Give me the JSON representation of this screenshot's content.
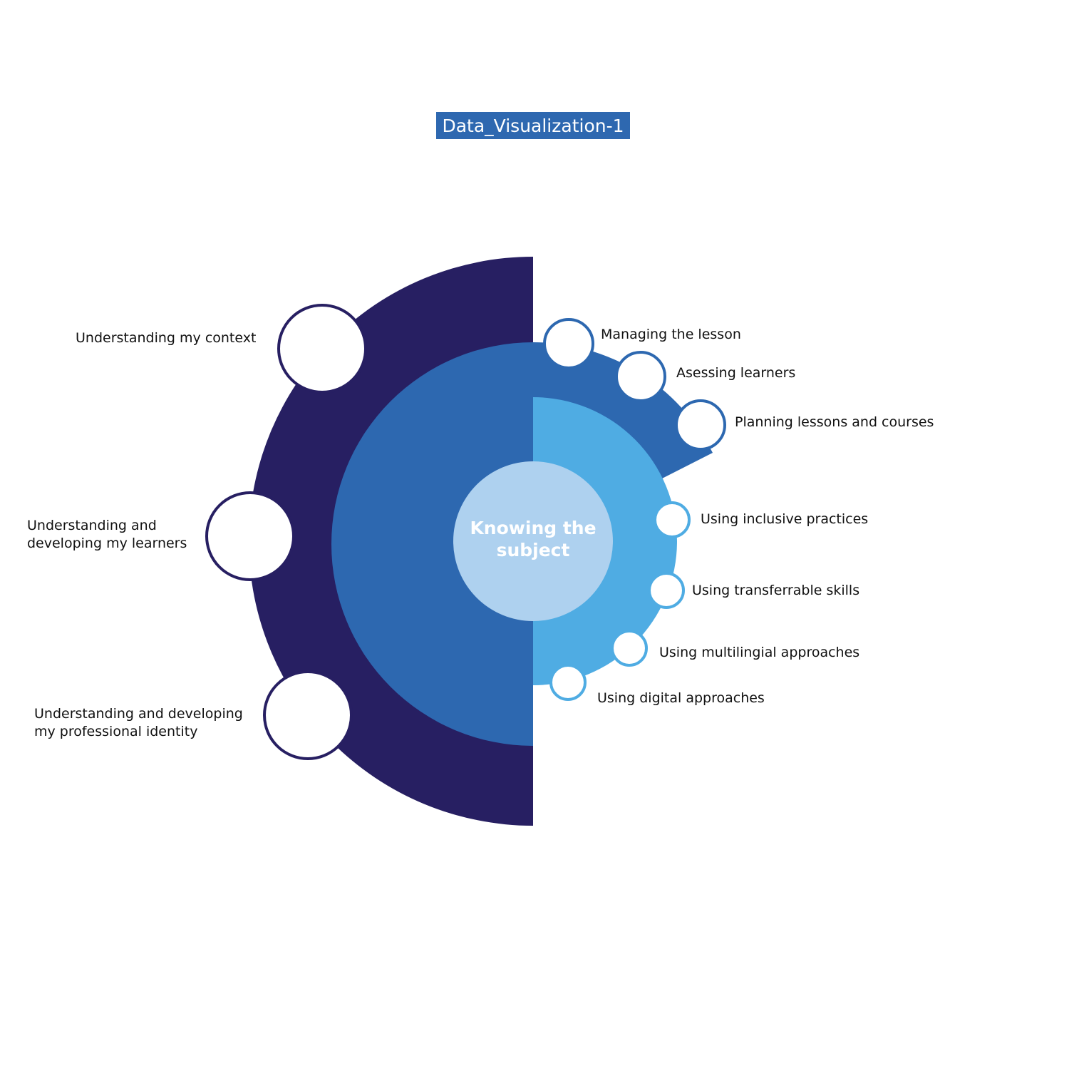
{
  "title": "Data_Visualization-1",
  "colors": {
    "title_bg": "#2E68B0",
    "outer_ring": "#271F62",
    "middle_ring": "#2D68B0",
    "inner_ring": "#4FACE3",
    "core": "#AED1EF",
    "node_fill": "#FFFFFF"
  },
  "center": {
    "label": "Knowing the subject"
  },
  "outer_nodes": [
    {
      "label": "Understanding my context"
    },
    {
      "label": "Understanding and developing my learners"
    },
    {
      "label": "Understanding and developing my professional identity"
    }
  ],
  "middle_nodes": [
    {
      "label": "Managing the lesson"
    },
    {
      "label": "Asessing learners"
    },
    {
      "label": "Planning lessons and courses"
    }
  ],
  "inner_nodes": [
    {
      "label": "Using inclusive practices"
    },
    {
      "label": "Using transferrable skills"
    },
    {
      "label": "Using multilingial approaches"
    },
    {
      "label": "Using digital approaches"
    }
  ]
}
